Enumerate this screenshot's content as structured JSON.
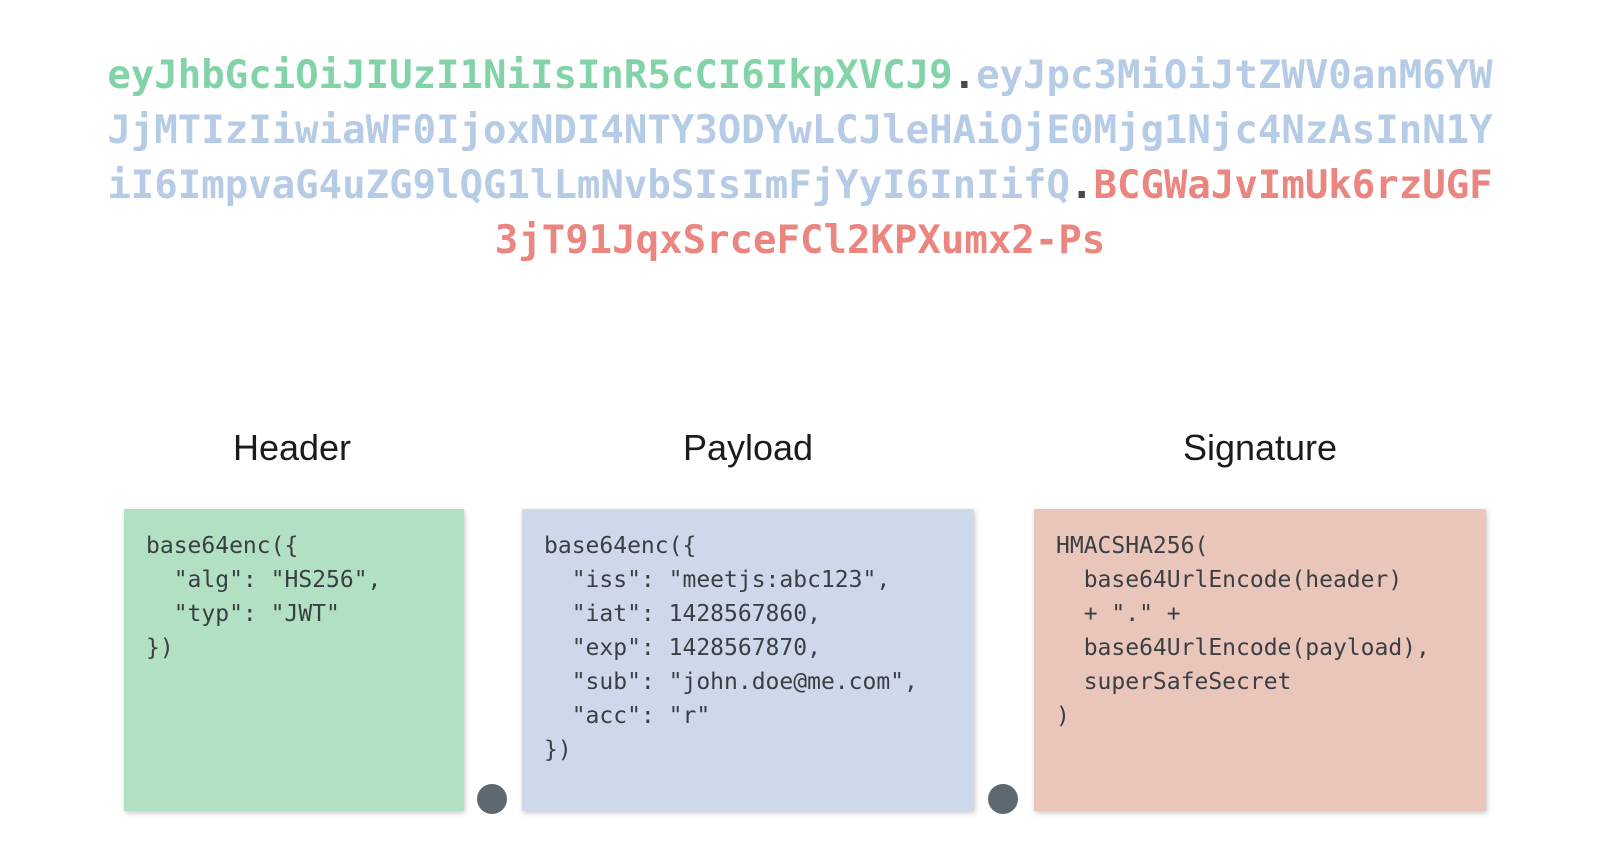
{
  "token": {
    "line1": {
      "header": "eyJhbGciOiJIUzI1NiIsInR5cCI6IkpXVCJ9",
      "dot": ".",
      "payload": "eyJpc3MiOiJtZWV0anM6YW"
    },
    "line2": {
      "payload": "JjMTIzIiwiaWF0IjoxNDI4NTY3ODYwLCJleHAiOjE0Mjg1Njc4NzAsInN1Y"
    },
    "line3": {
      "payload": "iI6ImpvaG4uZG9lQG1lLmNvbSIsImFjYyI6InIifQ",
      "dot": ".",
      "signature": "BCGWaJvImUk6rzUGF"
    },
    "line4": {
      "signature": "3jT91JqxSrceFCl2KPXumx2-Ps"
    }
  },
  "sections": {
    "header": {
      "title": "Header",
      "code": [
        "base64enc({",
        "  \"alg\": \"HS256\",",
        "  \"typ\": \"JWT\"",
        "})"
      ]
    },
    "payload": {
      "title": "Payload",
      "code": [
        "base64enc({",
        "  \"iss\": \"meetjs:abc123\",",
        "  \"iat\": 1428567860,",
        "  \"exp\": 1428567870,",
        "  \"sub\": \"john.doe@me.com\",",
        "  \"acc\": \"r\"",
        "})"
      ]
    },
    "signature": {
      "title": "Signature",
      "code": [
        "HMACSHA256(",
        "  base64UrlEncode(header)",
        "  + \".\" +",
        "  base64UrlEncode(payload),",
        "  superSafeSecret",
        ")"
      ]
    }
  },
  "colors": {
    "header_text": "#83d3a8",
    "payload_text": "#b5cbe6",
    "signature_text": "#ea8580",
    "header_box": "#b1e0c2",
    "payload_box": "#cdd9ea",
    "signature_box": "#eac5ba",
    "connector_dot": "#5d6870"
  }
}
